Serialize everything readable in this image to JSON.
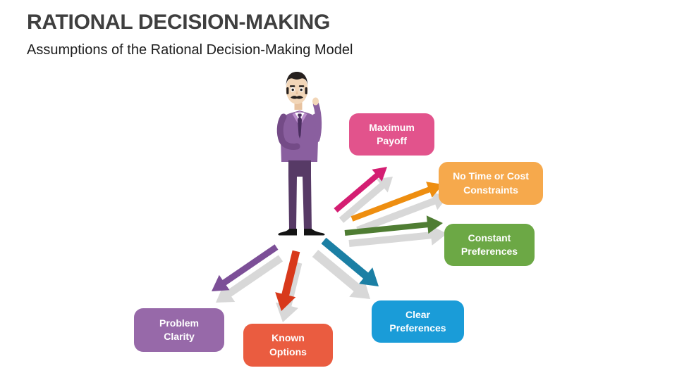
{
  "slide": {
    "title": "RATIONAL DECISION-MAKING",
    "subtitle": "Assumptions of the Rational Decision-Making Model",
    "title_color": "#3F3F3F",
    "subtitle_color": "#1E1E1E",
    "background_color": "#FFFFFF"
  },
  "diagram": {
    "center_figure": "thinking businessman in purple suit",
    "shadow_color": "#D8D8D8",
    "items": [
      {
        "id": "maximum-payoff",
        "label": "Maximum\nPayoff",
        "box_color": "#E2538C",
        "arrow_color": "#D41E72",
        "arrow_direction": "up-right"
      },
      {
        "id": "no-time-or-cost-constraints",
        "label": "No Time or Cost\nConstraints",
        "box_color": "#F6A94C",
        "arrow_color": "#EE8E10",
        "arrow_direction": "up-right-shallow"
      },
      {
        "id": "constant-preferences",
        "label": "Constant\nPreferences",
        "box_color": "#6CA845",
        "arrow_color": "#4F7D33",
        "arrow_direction": "right"
      },
      {
        "id": "clear-preferences",
        "label": "Clear\nPreferences",
        "box_color": "#1A9CD8",
        "arrow_color": "#1B7FA4",
        "arrow_direction": "down-right"
      },
      {
        "id": "known-options",
        "label": "Known\nOptions",
        "box_color": "#EA5C40",
        "arrow_color": "#D8391B",
        "arrow_direction": "down"
      },
      {
        "id": "problem-clarity",
        "label": "Problem\nClarity",
        "box_color": "#9769A9",
        "arrow_color": "#7C4F97",
        "arrow_direction": "down-left"
      }
    ]
  }
}
